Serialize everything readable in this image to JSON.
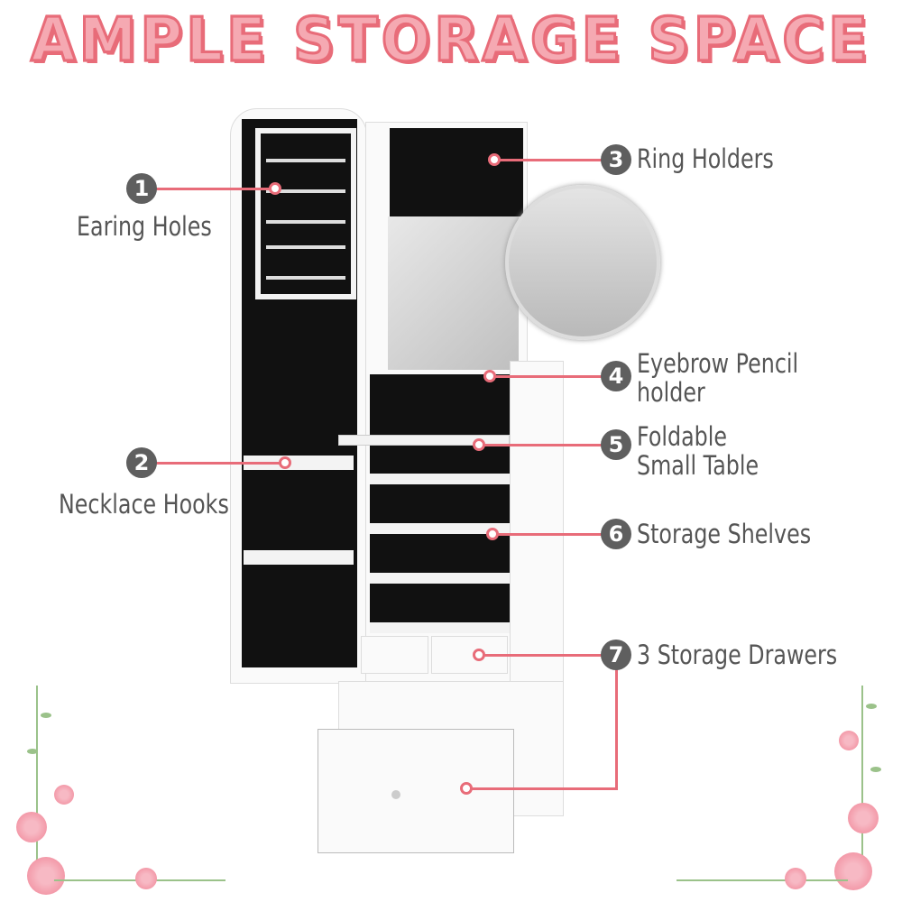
{
  "title": "AMPLE STORAGE SPACE",
  "callouts": [
    {
      "number": "1",
      "label": "Earing Holes"
    },
    {
      "number": "2",
      "label": "Necklace Hooks"
    },
    {
      "number": "3",
      "label": "Ring Holders"
    },
    {
      "number": "4",
      "label_line1": "Eyebrow Pencil",
      "label_line2": "holder"
    },
    {
      "number": "5",
      "label_line1": "Foldable",
      "label_line2": "Small Table"
    },
    {
      "number": "6",
      "label": "Storage Shelves"
    },
    {
      "number": "7",
      "label": "3 Storage Drawers"
    }
  ],
  "colors": {
    "accent": "#e86c79",
    "title_fill": "#f5a9b2",
    "badge": "#5f5f5f"
  }
}
